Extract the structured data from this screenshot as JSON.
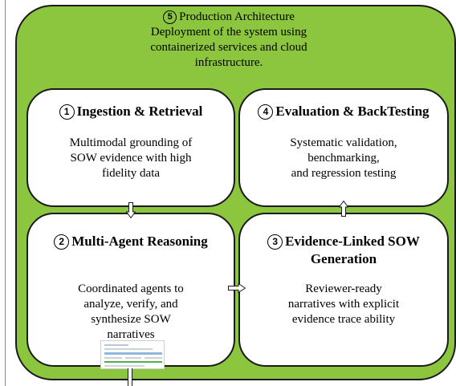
{
  "production": {
    "number": "5",
    "title": "Production Architecture",
    "description_lines": [
      "Deployment of the system using",
      "containerized services and cloud",
      "infrastructure."
    ]
  },
  "cards": {
    "ingestion": {
      "number": "1",
      "title": "Ingestion & Retrieval",
      "body_lines": [
        "Multimodal grounding of",
        "SOW evidence with high",
        "fidelity data"
      ]
    },
    "evaluation": {
      "number": "4",
      "title": "Evaluation & BackTesting",
      "body_lines": [
        "Systematic validation,",
        "benchmarking,",
        "and regression testing"
      ]
    },
    "reasoning": {
      "number": "2",
      "title": "Multi-Agent Reasoning",
      "body_lines": [
        "Coordinated agents to",
        "analyze, verify, and",
        "synthesize SOW",
        "narratives"
      ]
    },
    "generation": {
      "number": "3",
      "title_lines": [
        "Evidence-Linked SOW",
        "Generation"
      ],
      "body_lines": [
        "Reviewer-ready",
        "narratives with explicit",
        "evidence trace ability"
      ]
    }
  },
  "colors": {
    "outer_fill": "#8cc63f",
    "card_fill": "#ffffff",
    "border": "#1a1a1a"
  }
}
